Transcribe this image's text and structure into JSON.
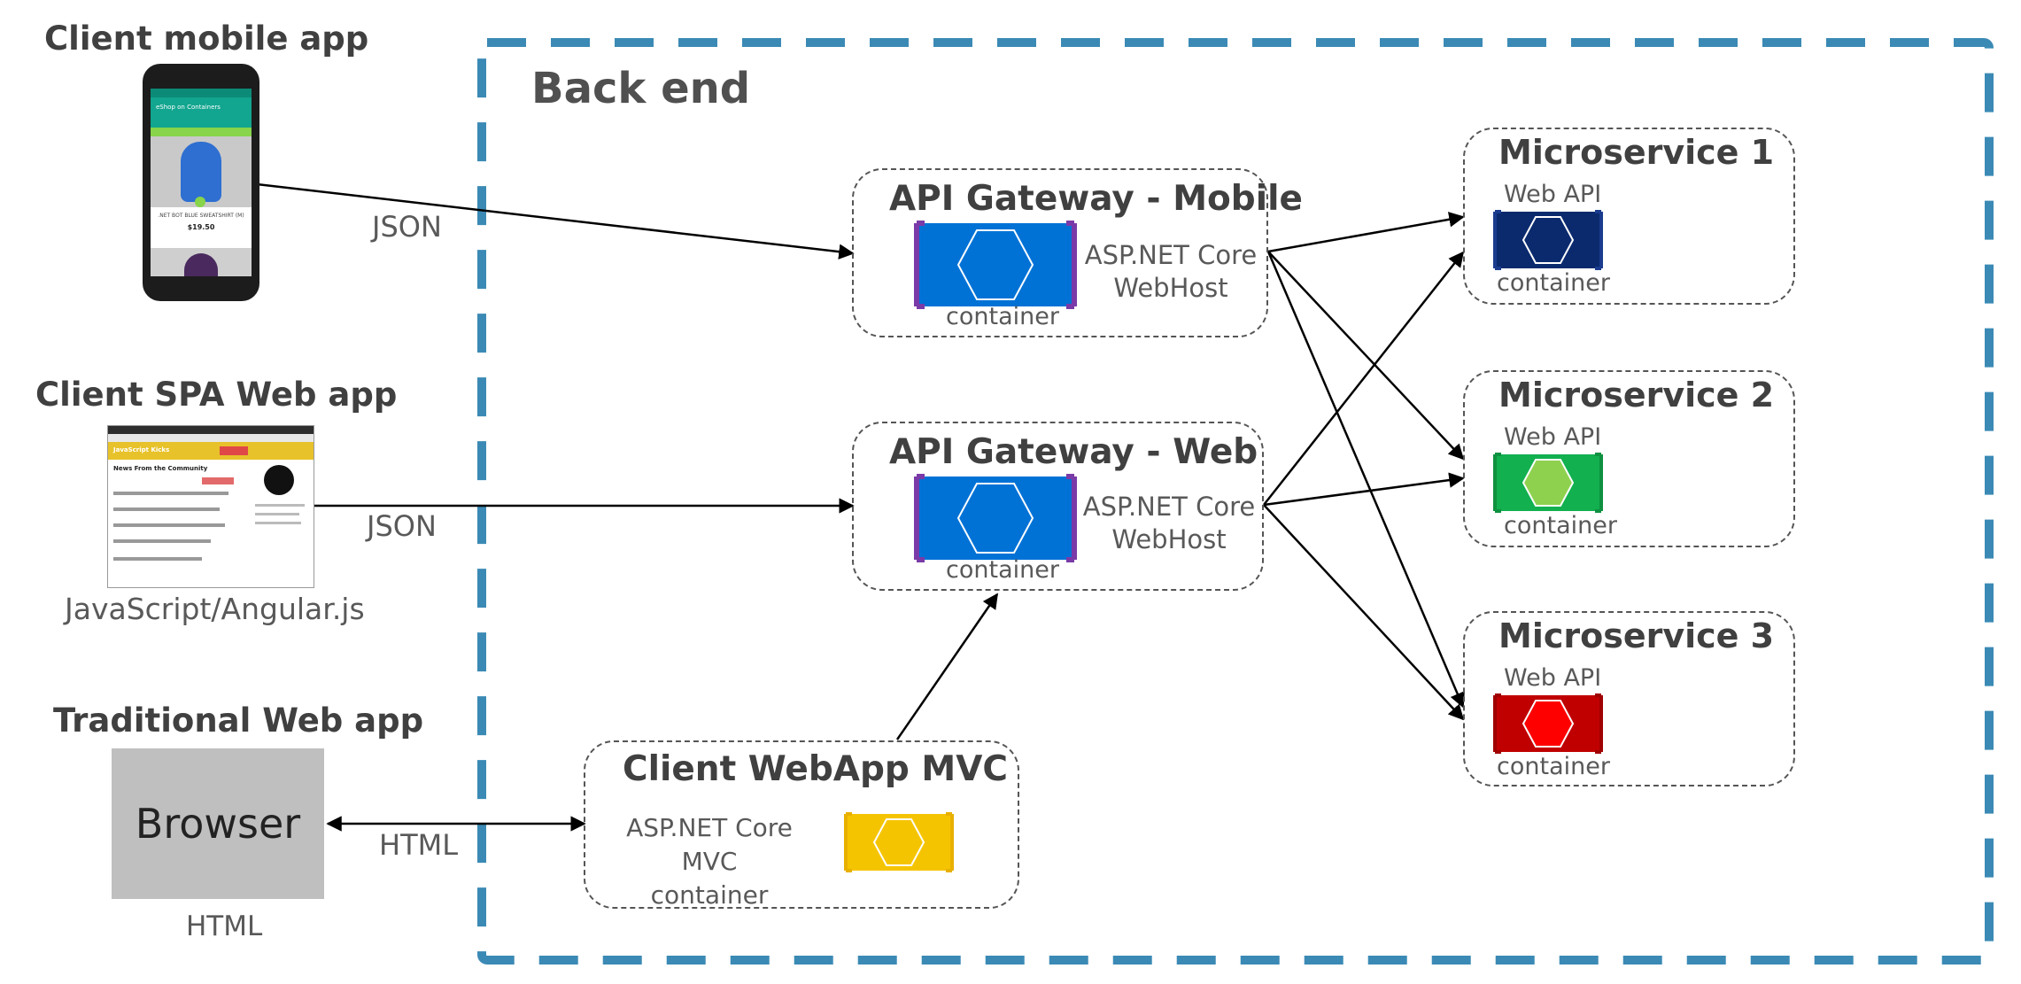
{
  "clients": {
    "mobile_title": "Client mobile app",
    "spa_title": "Client SPA Web app",
    "spa_caption": "JavaScript/Angular.js",
    "traditional_title": "Traditional Web app",
    "browser_label": "Browser",
    "browser_caption": "HTML"
  },
  "mobile_screen": {
    "app_title": "eShop on Containers",
    "product_name": ".NET BOT BLUE SWEATSHIRT (M)",
    "price": "$19.50"
  },
  "spa_screen": {
    "brand": "JavaScript Kicks",
    "heading": "News From the Community"
  },
  "backend": {
    "title": "Back end",
    "accent_color": "#3b8ab5"
  },
  "gateways": {
    "mobile": {
      "title": "API Gateway - Mobile",
      "host_line1": "ASP.NET Core",
      "host_line2": "WebHost",
      "container": "container"
    },
    "web": {
      "title": "API Gateway - Web",
      "host_line1": "ASP.NET Core",
      "host_line2": "WebHost",
      "container": "container"
    }
  },
  "webapp": {
    "title": "Client WebApp MVC",
    "line1": "ASP.NET Core MVC",
    "line2": "container",
    "color": "#f5c400"
  },
  "microservices": [
    {
      "title": "Microservice 1",
      "api": "Web API",
      "container": "container",
      "color": "#0b2a6e"
    },
    {
      "title": "Microservice 2",
      "api": "Web API",
      "container": "container",
      "color": "#12b04f"
    },
    {
      "title": "Microservice 3",
      "api": "Web API",
      "container": "container",
      "color": "#d10000"
    }
  ],
  "protocols": {
    "mobile": "JSON",
    "spa": "JSON",
    "traditional": "HTML"
  }
}
